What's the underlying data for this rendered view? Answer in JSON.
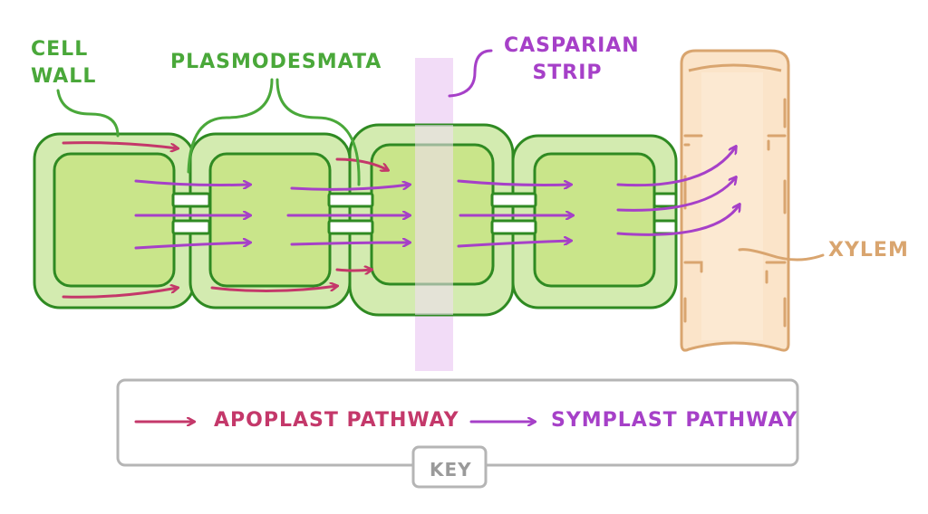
{
  "labels": {
    "cell_wall_line1": "CELL",
    "cell_wall_line2": "WALL",
    "plasmodesmata": "PLASMODESMATA",
    "casparian_line1": "CASPARIAN",
    "casparian_line2": "STRIP",
    "xylem": "XYLEM"
  },
  "key": {
    "title": "KEY",
    "apoplast": "APOPLAST PATHWAY",
    "symplast": "SYMPLAST PATHWAY"
  },
  "colors": {
    "cell_wall": "#d3ebb0",
    "cytoplasm": "#c9e58a",
    "outline": "#2f8a22",
    "label_green": "#4aa83a",
    "apoplast": "#c4386a",
    "symplast": "#a640c8",
    "casparian_band": "#f2dcf7",
    "xylem_fill": "#fbe4c9",
    "xylem_outline": "#d9a56f",
    "key_border": "#b5b5b5"
  }
}
